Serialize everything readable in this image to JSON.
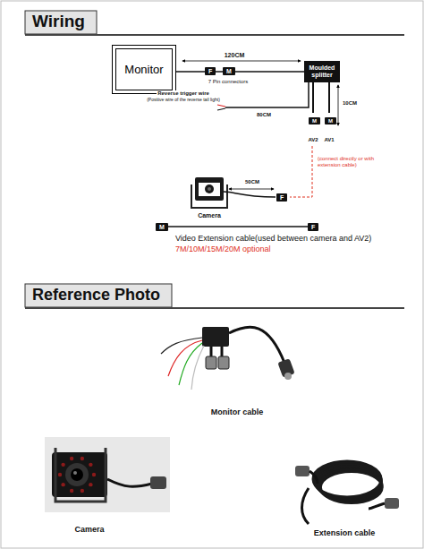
{
  "diagram": {
    "title": "Wiring",
    "nodes": [
      {
        "text": [
          "Monitor"
        ]
      },
      {
        "text": [
          "Moulded splitter"
        ]
      }
    ],
    "edges": [
      {
        "from": 0,
        "to": 1,
        "arrow": "none"
      }
    ],
    "labels": [
      "120CM",
      "F",
      "M",
      "7 Pin connectors",
      "Reverse trigger wire",
      "(Positive wire of the reverse tail light)",
      "80CM",
      "10CM",
      "M",
      "M",
      "AV2",
      "AV1",
      "(connect directly or with extension cable)",
      "Camera",
      "50CM",
      "F",
      "M",
      "F",
      "Video Extension cable(used between camera and AV2)",
      "7M/10M/15M/20M optional",
      "Reference Photo",
      "Monitor cable",
      "Camera",
      "Extension cable"
    ]
  }
}
